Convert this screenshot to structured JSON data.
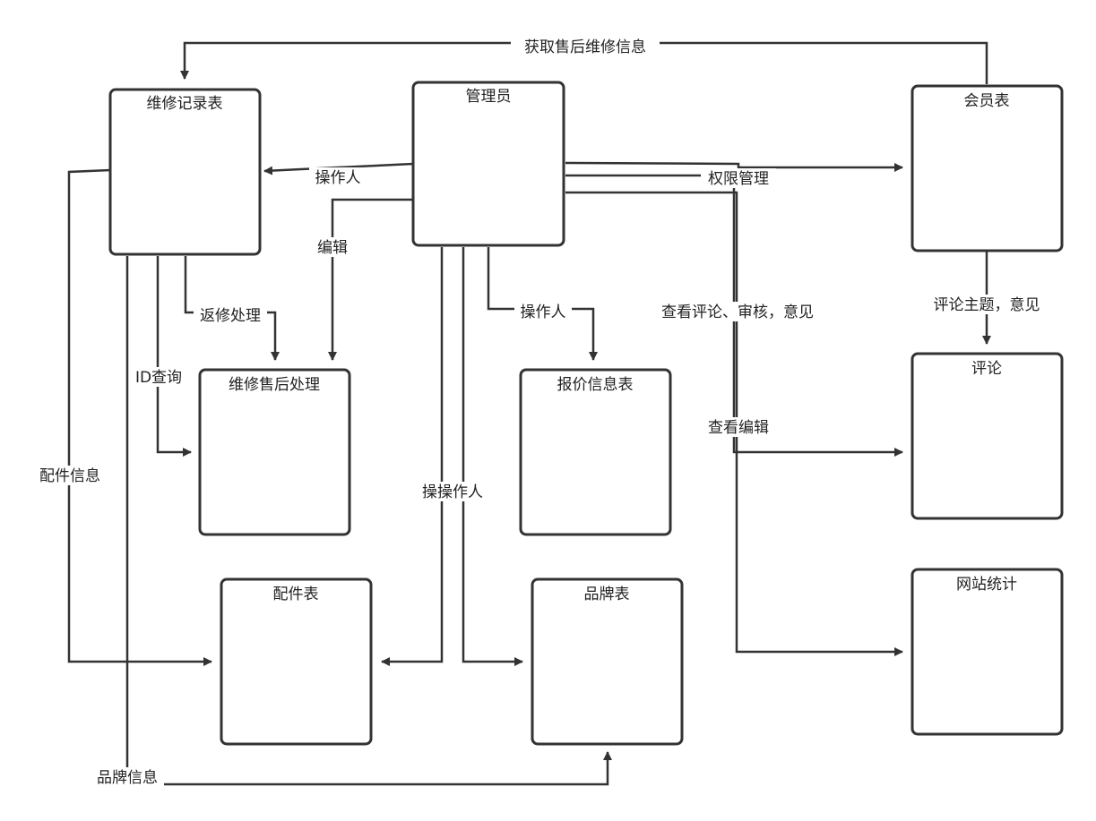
{
  "diagram": {
    "nodes": {
      "maintenance_records": "维修记录表",
      "admin": "管理员",
      "members": "会员表",
      "after_sales": "维修售后处理",
      "quotes": "报价信息表",
      "comments": "评论",
      "parts": "配件表",
      "brands": "品牌表",
      "site_stats": "网站统计"
    },
    "edges": {
      "get_after_sales_info": "获取售后维修信息",
      "operator_to_records": "操作人",
      "edit": "编辑",
      "rework": "返修处理",
      "id_query": "ID查询",
      "parts_info": "配件信息",
      "brand_info": "品牌信息",
      "operator_to_quotes": "操作人",
      "operator_to_parts_brands": "操操作人",
      "permission_mgmt": "权限管理",
      "view_review_opinion": "查看评论、审核，意见",
      "view_edit": "查看编辑",
      "comment_topic": "评论主题，意见"
    }
  }
}
